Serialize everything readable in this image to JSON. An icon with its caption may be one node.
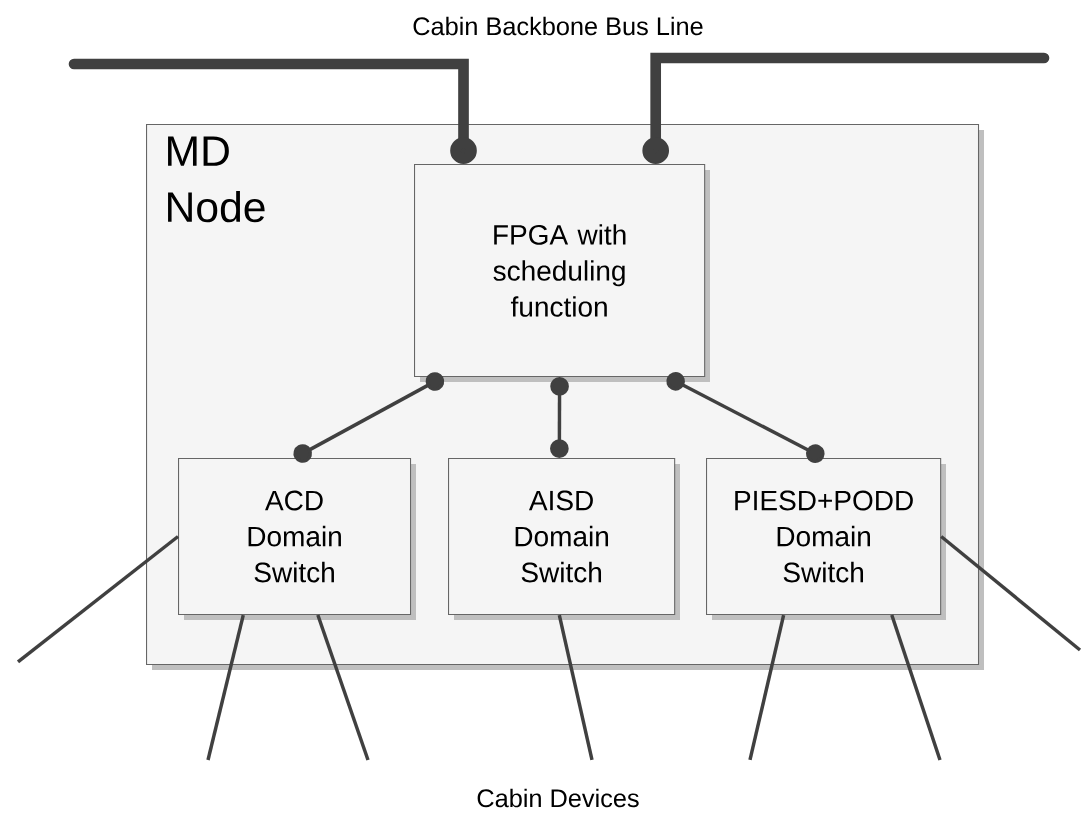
{
  "diagram": {
    "nodes": [
      {
        "text": [
          "MD Node"
        ]
      },
      {
        "text": [
          "FPGA with scheduling function"
        ],
        "in": 0
      },
      {
        "text": [
          "ACD Domain Switch"
        ],
        "in": 0
      },
      {
        "text": [
          "AISD Domain Switch"
        ],
        "in": 0
      },
      {
        "text": [
          "PIESD+PODD Domain Switch"
        ],
        "in": 0
      }
    ],
    "edges": [
      {
        "from": null,
        "to": 1,
        "arrow": "other",
        "style": "thick"
      },
      {
        "from": null,
        "to": 1,
        "arrow": "other",
        "style": "thick"
      },
      {
        "from": 1,
        "to": 2,
        "arrow": "other"
      },
      {
        "from": 1,
        "to": 3,
        "arrow": "other"
      },
      {
        "from": 1,
        "to": 4,
        "arrow": "other"
      },
      {
        "from": 2,
        "to": null,
        "arrow": "none"
      },
      {
        "from": 2,
        "to": null,
        "arrow": "none"
      },
      {
        "from": 2,
        "to": null,
        "arrow": "none"
      },
      {
        "from": 3,
        "to": null,
        "arrow": "none"
      },
      {
        "from": 4,
        "to": null,
        "arrow": "none"
      },
      {
        "from": 4,
        "to": null,
        "arrow": "none"
      },
      {
        "from": 4,
        "to": null,
        "arrow": "none"
      }
    ],
    "labels": [
      "Cabin Backbone Bus Line",
      "Cabin Devices"
    ]
  }
}
